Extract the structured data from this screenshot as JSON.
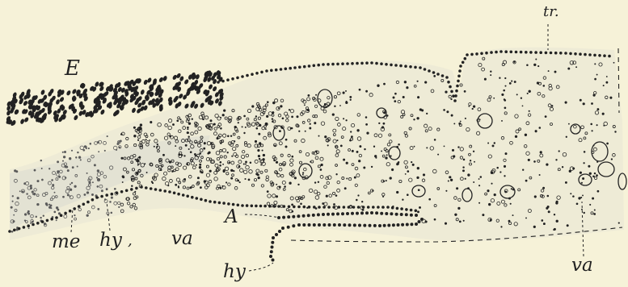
{
  "figure": {
    "labels": {
      "E": "E",
      "tr": "tr.",
      "me": "me",
      "hy_left": "hy",
      "hy_left_mark": ",",
      "va_left": "va",
      "A": "A",
      "hy_bottom": "hy",
      "va_right": "va"
    },
    "colors": {
      "paper": "#f6f2d8",
      "ink": "#222222",
      "faint_ink": "#5a5a5a",
      "wash": "#e4e3d3"
    }
  }
}
